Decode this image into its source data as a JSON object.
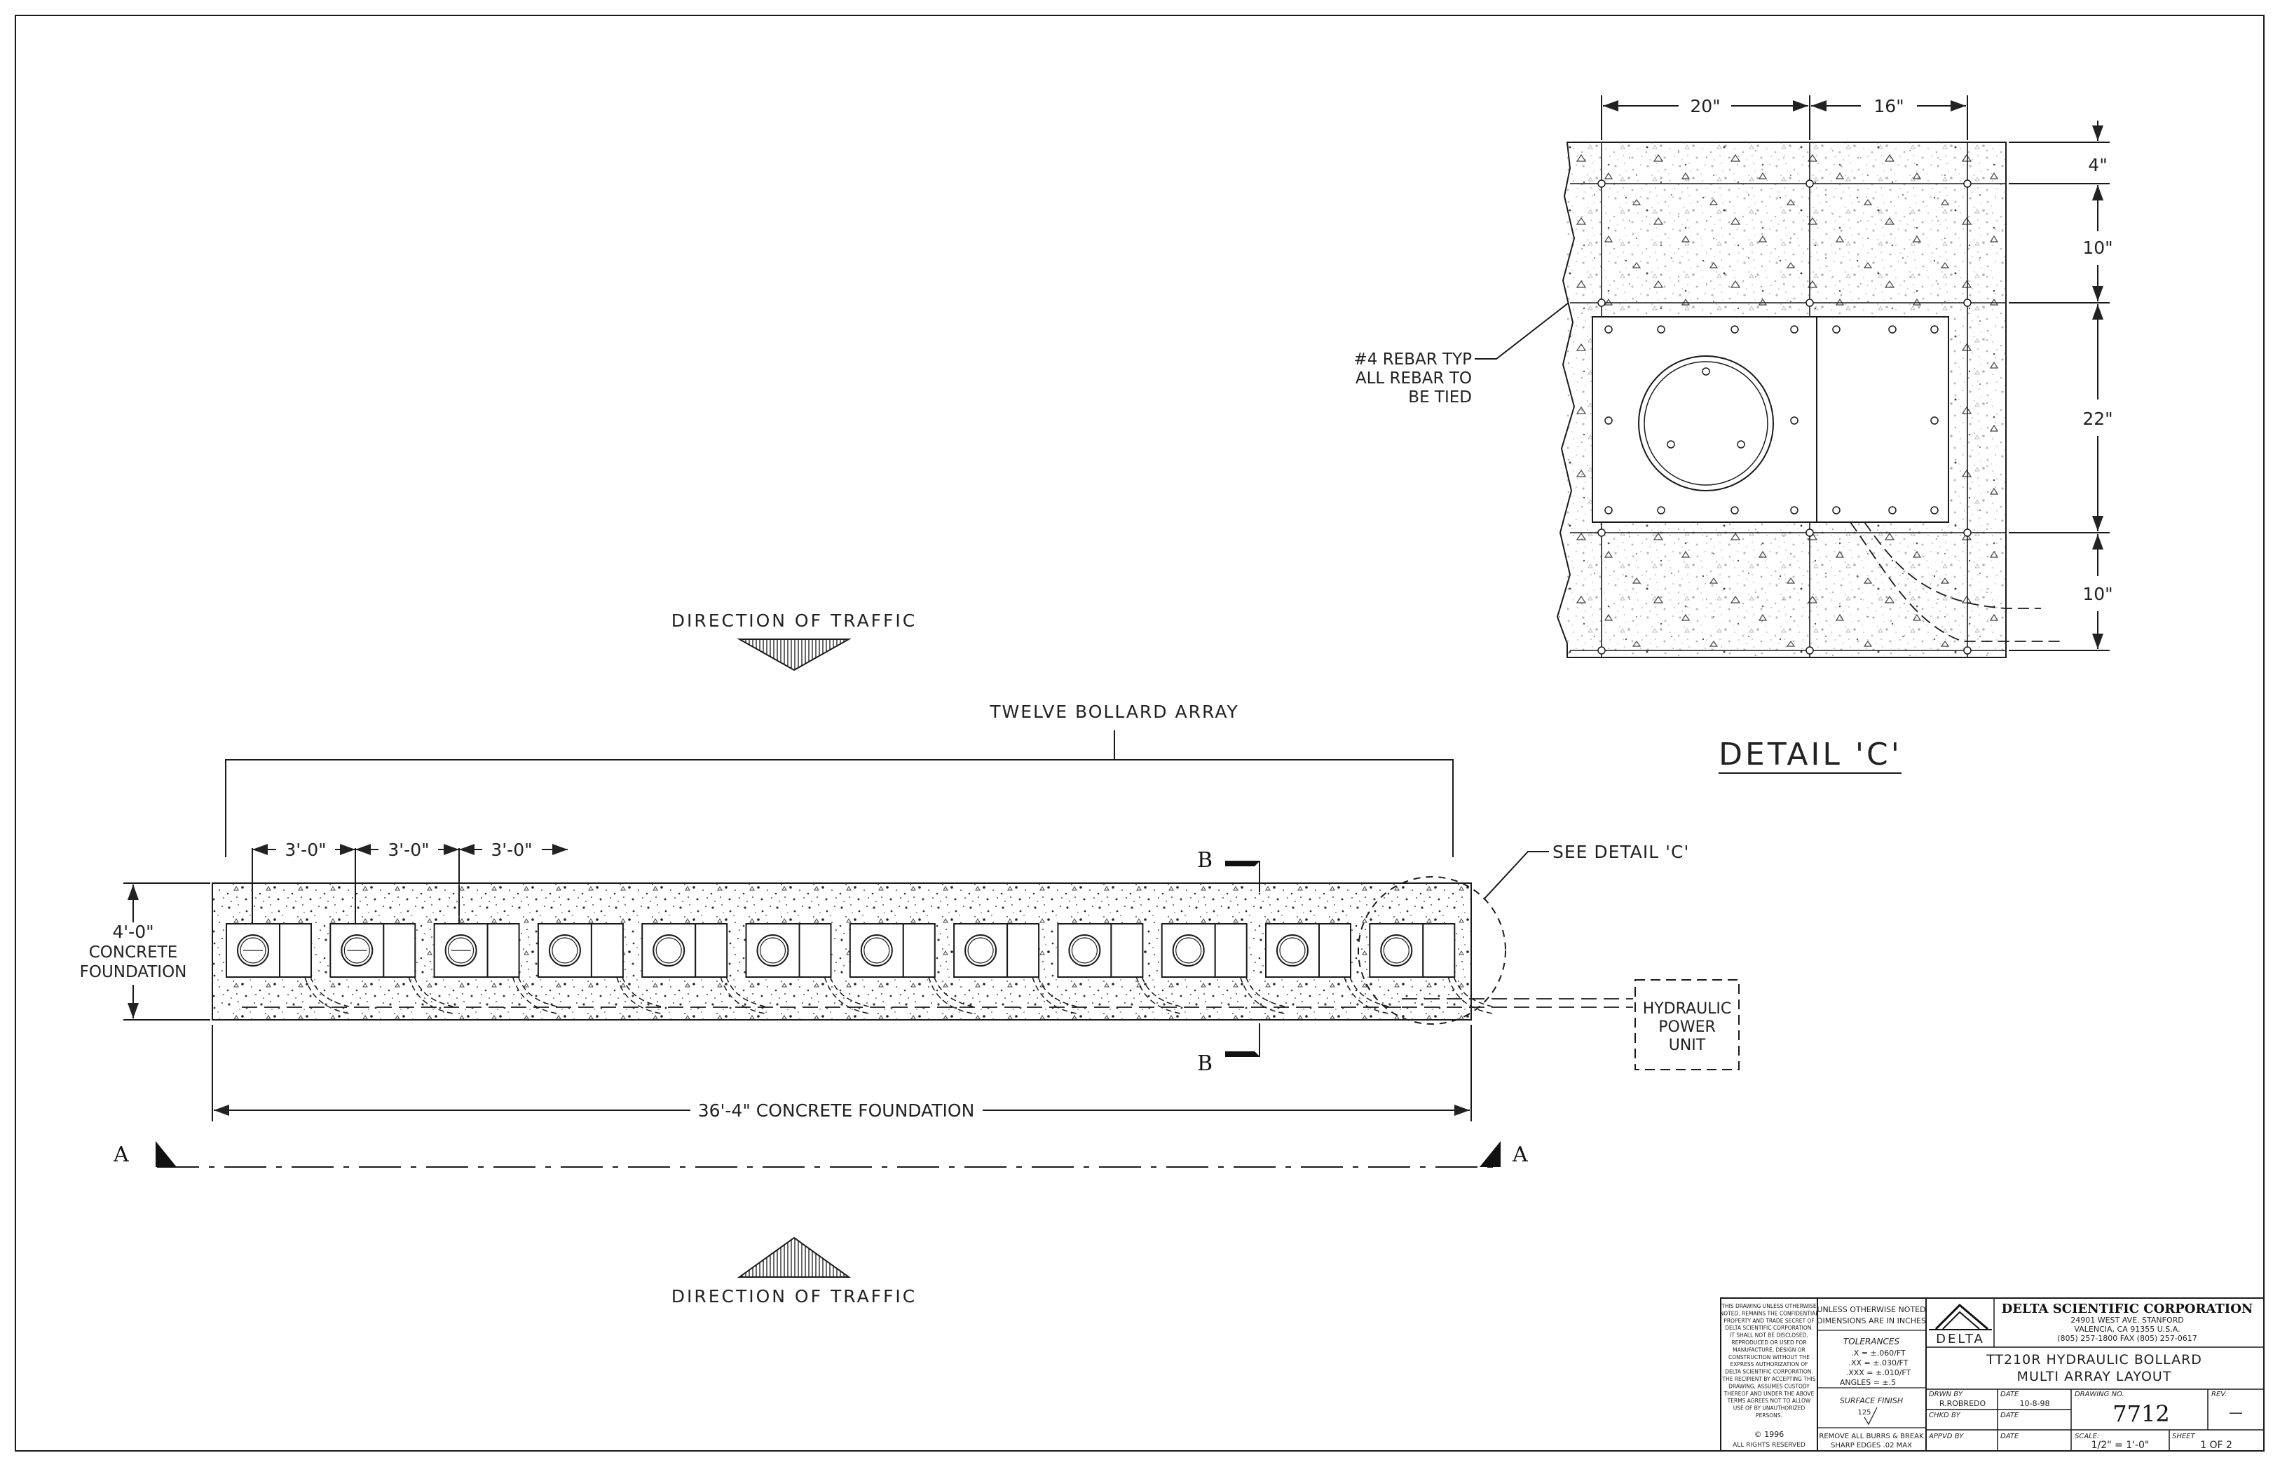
{
  "plan": {
    "direction_top": "DIRECTION OF TRAFFIC",
    "direction_bottom": "DIRECTION OF TRAFFIC",
    "array_label": "TWELVE BOLLARD ARRAY",
    "spacing_1": "3'-0\"",
    "spacing_2": "3'-0\"",
    "spacing_3": "3'-0\"",
    "height_dim": "4'-0\"",
    "height_label_1": "CONCRETE",
    "height_label_2": "FOUNDATION",
    "length_dim": "36'-4\" CONCRETE FOUNDATION",
    "section_b": "B",
    "section_a": "A",
    "see_detail": "SEE DETAIL 'C'",
    "hpu_1": "HYDRAULIC",
    "hpu_2": "POWER",
    "hpu_3": "UNIT",
    "bollard_count": 12
  },
  "detail": {
    "title": "DETAIL 'C'",
    "dim_20": "20\"",
    "dim_16": "16\"",
    "dim_4": "4\"",
    "dim_10a": "10\"",
    "dim_22": "22\"",
    "dim_10b": "10\"",
    "rebar_1": "#4 REBAR TYP",
    "rebar_2": "ALL REBAR TO",
    "rebar_3": "BE TIED"
  },
  "title_block": {
    "disclaimer": [
      "THIS DRAWING UNLESS OTHERWISE",
      "NOTED, REMAINS THE CONFIDENTIAL",
      "PROPERTY AND TRADE SECRET OF",
      "DELTA SCIENTIFIC CORPORATION.",
      "IT SHALL NOT BE DISCLOSED,",
      "REPRODUCED OR USED FOR",
      "MANUFACTURE, DESIGN OR",
      "CONSTRUCTION WITHOUT THE",
      "EXPRESS AUTHORIZATION OF",
      "DELTA SCIENTIFIC CORPORATION.",
      "THE RECIPIENT BY ACCEPTING THIS",
      "DRAWING, ASSUMES CUSTODY",
      "THEREOF AND UNDER THE ABOVE",
      "TERMS AGREES NOT TO ALLOW",
      "USE OF BY UNAUTHORIZED",
      "PERSONS."
    ],
    "copyright": "© 1996",
    "rights": "ALL RIGHTS RESERVED",
    "unless_1": "UNLESS OTHERWISE NOTED",
    "unless_2": "DIMENSIONS ARE IN INCHES",
    "tol_title": "TOLERANCES",
    "tol_1": ".X = ±.060/FT",
    "tol_2": ".XX = ±.030/FT",
    "tol_3": ".XXX = ±.010/FT",
    "tol_4": "ANGLES = ±.5",
    "finish_title": "SURFACE FINISH",
    "finish_val": "125",
    "burrs_1": "REMOVE ALL BURRS & BREAK",
    "burrs_2": "SHARP EDGES .02 MAX",
    "logo_text": "DELTA",
    "company": "DELTA SCIENTIFIC CORPORATION",
    "addr_1": "24901 WEST AVE. STANFORD",
    "addr_2": "VALENCIA, CA 91355 U.S.A.",
    "addr_3": "(805) 257-1800 FAX (805) 257-0617",
    "title_1": "TT210R HYDRAULIC BOLLARD",
    "title_2": "MULTI ARRAY LAYOUT",
    "drawn_by_label": "DRWN BY",
    "drawn_by": "R.ROBREDO",
    "date_label": "DATE",
    "date": "10-8-98",
    "chkd_label": "CHKD BY",
    "apvd_label": "APPVD BY",
    "dwg_no_label": "DRAWING NO.",
    "dwg_no": "7712",
    "rev_label": "REV.",
    "rev": "—",
    "scale_label": "SCALE:",
    "scale": "1/2\" = 1'-0\"",
    "sheet_label": "SHEET",
    "sheet": "1 OF 2"
  }
}
